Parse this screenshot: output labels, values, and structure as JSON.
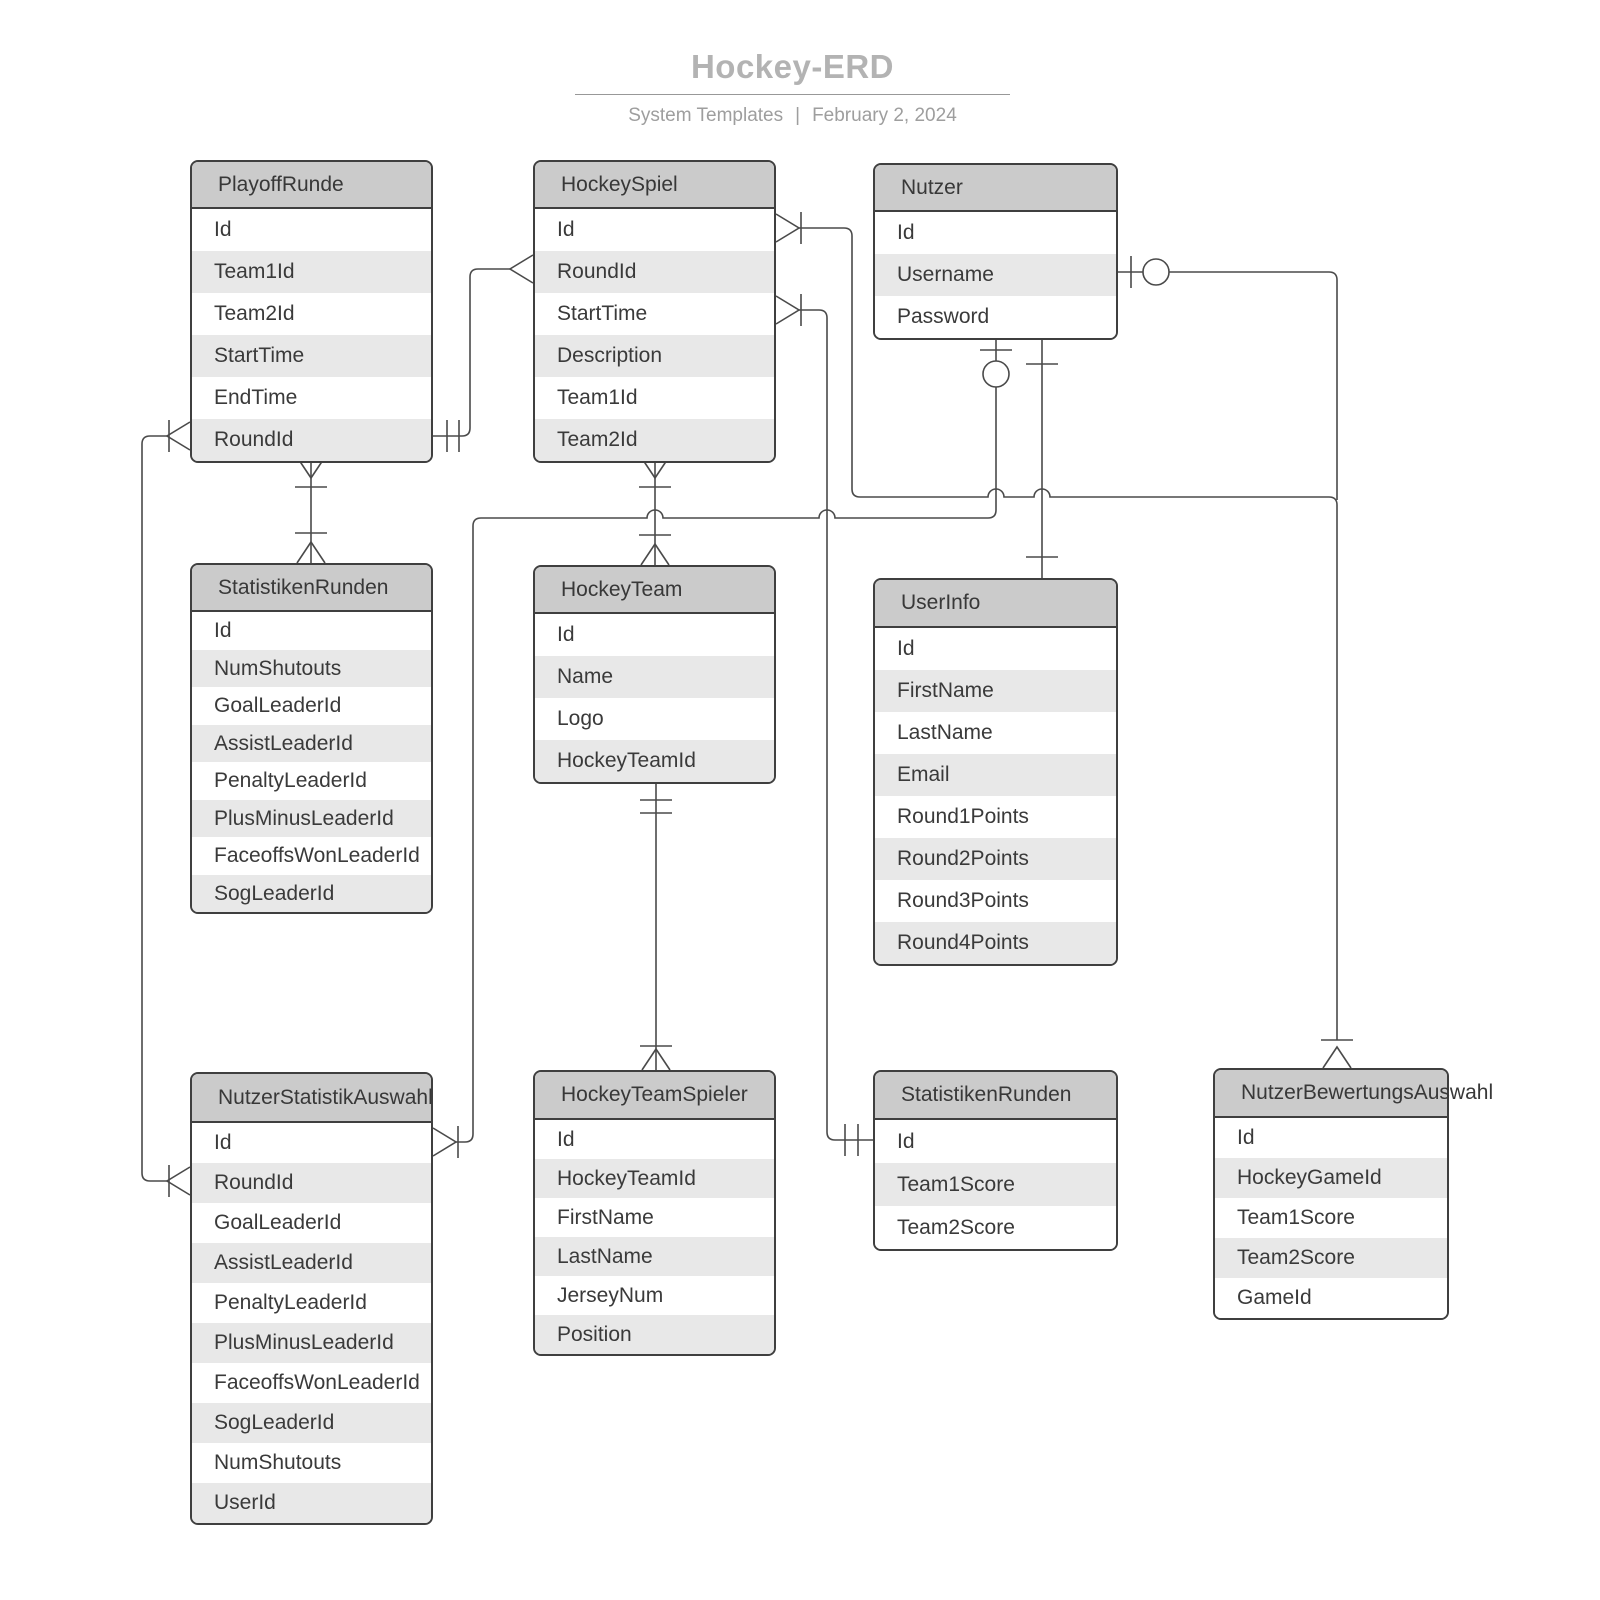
{
  "title": "Hockey-ERD",
  "subtitle": {
    "author": "System Templates",
    "separator": "|",
    "date": "February 2, 2024"
  },
  "colors": {
    "header_fill": "#cbcbcb",
    "row_alt_fill": "#e8e8e8",
    "border": "#3f3f3f",
    "wire": "#4a4a4a",
    "title_text": "#b3b3b3",
    "subtitle_text": "#9e9e9e"
  },
  "entities": [
    {
      "name": "PlayoffRunde",
      "fields": [
        "Id",
        "Team1Id",
        "Team2Id",
        "StartTime",
        "EndTime",
        "RoundId"
      ]
    },
    {
      "name": "HockeySpiel",
      "fields": [
        "Id",
        "RoundId",
        "StartTime",
        "Description",
        "Team1Id",
        "Team2Id"
      ]
    },
    {
      "name": "Nutzer",
      "fields": [
        "Id",
        "Username",
        "Password"
      ]
    },
    {
      "name": "StatistikenRunden",
      "fields": [
        "Id",
        "NumShutouts",
        "GoalLeaderId",
        "AssistLeaderId",
        "PenaltyLeaderId",
        "PlusMinusLeaderId",
        "FaceoffsWonLeaderId",
        "SogLeaderId"
      ]
    },
    {
      "name": "HockeyTeam",
      "fields": [
        "Id",
        "Name",
        "Logo",
        "HockeyTeamId"
      ]
    },
    {
      "name": "UserInfo",
      "fields": [
        "Id",
        "FirstName",
        "LastName",
        "Email",
        "Round1Points",
        "Round2Points",
        "Round3Points",
        "Round4Points"
      ]
    },
    {
      "name": "NutzerStatistikAuswahl",
      "fields": [
        "Id",
        "RoundId",
        "GoalLeaderId",
        "AssistLeaderId",
        "PenaltyLeaderId",
        "PlusMinusLeaderId",
        "FaceoffsWonLeaderId",
        "SogLeaderId",
        "NumShutouts",
        "UserId"
      ]
    },
    {
      "name": "HockeyTeamSpieler",
      "fields": [
        "Id",
        "HockeyTeamId",
        "FirstName",
        "LastName",
        "JerseyNum",
        "Position"
      ]
    },
    {
      "name": "StatistikenRunden",
      "fields": [
        "Id",
        "Team1Score",
        "Team2Score"
      ]
    },
    {
      "name": "NutzerBewertungsAuswahl",
      "fields": [
        "Id",
        "HockeyGameId",
        "Team1Score",
        "Team2Score",
        "GameId"
      ]
    }
  ],
  "relationships": [
    {
      "from": "PlayoffRunde.RoundId",
      "to": "NutzerStatistikAuswahl.RoundId",
      "from_end": "one-or-many",
      "to_end": "one-or-many"
    },
    {
      "from": "PlayoffRunde.RoundId",
      "to": "HockeySpiel.RoundId",
      "from_end": "one-and-only-one",
      "to_end": "many"
    },
    {
      "from": "PlayoffRunde",
      "to": "StatistikenRunden",
      "from_end": "one-or-many",
      "to_end": "one-or-many"
    },
    {
      "from": "HockeySpiel",
      "to": "HockeyTeam",
      "from_end": "one-or-many",
      "to_end": "one-or-many"
    },
    {
      "from": "HockeySpiel.Id",
      "to": "NutzerBewertungsAuswahl",
      "from_end": "one-or-many",
      "to_end": "one-or-many"
    },
    {
      "from": "Nutzer.Username",
      "to": "NutzerBewertungsAuswahl",
      "from_end": "zero-or-one",
      "to_end": "one-or-many"
    },
    {
      "from": "Nutzer",
      "to": "NutzerStatistikAuswahl.Id",
      "from_end": "zero-or-one",
      "to_end": "one-or-many"
    },
    {
      "from": "Nutzer",
      "to": "UserInfo",
      "from_end": "one",
      "to_end": "one"
    },
    {
      "from": "HockeySpiel.StartTime",
      "to": "StatistikenRunden(scores).Id",
      "from_end": "one-or-many",
      "to_end": "one-and-only-one"
    },
    {
      "from": "HockeyTeam",
      "to": "HockeyTeamSpieler",
      "from_end": "one-and-only-one",
      "to_end": "one-or-many"
    }
  ]
}
